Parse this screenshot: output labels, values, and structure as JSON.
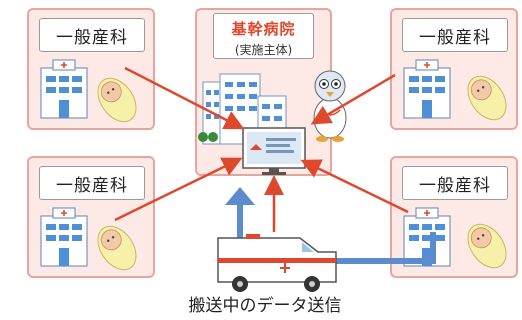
{
  "hospital": {
    "title": "基幹病院",
    "subtitle": "(実施主体)"
  },
  "clinics": [
    {
      "label": "一般産科"
    },
    {
      "label": "一般産科"
    },
    {
      "label": "一般産科"
    },
    {
      "label": "一般産科"
    }
  ],
  "caption": "搬送中のデータ送信",
  "colors": {
    "panel_fill": "#fde9e6",
    "panel_border": "#e8a59d",
    "arrow_red": "#e0482d",
    "arrow_blue": "#5b8ccc",
    "title_red": "#e0482d"
  },
  "icons": [
    "clinic-building-icon",
    "baby-icon",
    "hospital-buildings-icon",
    "doctor-mascot-icon",
    "monitor-icon",
    "ambulance-icon"
  ]
}
